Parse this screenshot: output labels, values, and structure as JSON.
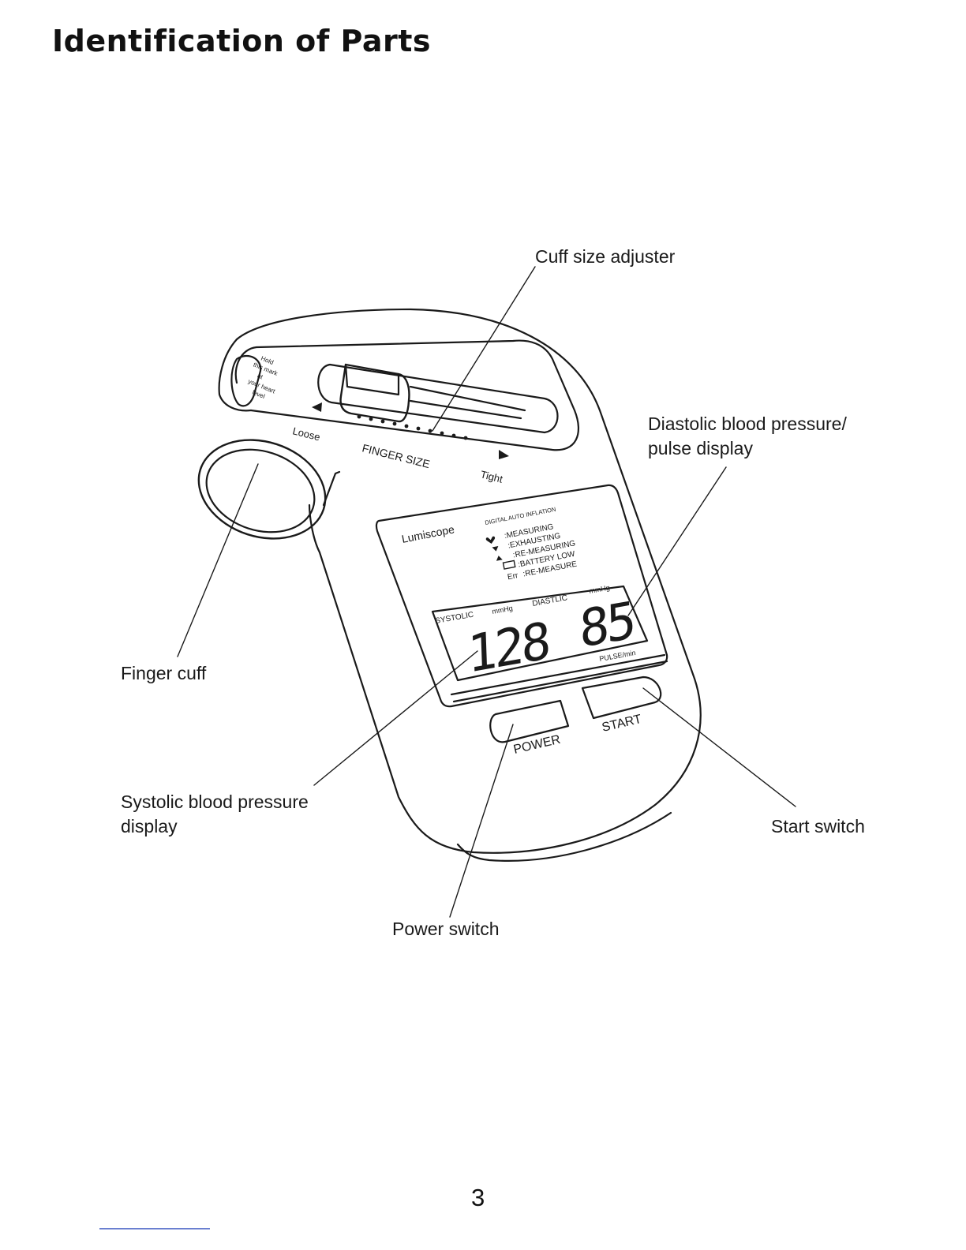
{
  "title": "Identification of Parts",
  "labels": {
    "cuff_size_adjuster": "Cuff size adjuster",
    "diastolic_line1": "Diastolic blood pressure/",
    "diastolic_line2": "pulse display",
    "finger_cuff": "Finger cuff",
    "systolic_line1": "Systolic blood pressure",
    "systolic_line2": "display",
    "start_switch": "Start switch",
    "power_switch": "Power switch"
  },
  "device": {
    "heart_mark_lines": [
      "Hold",
      "this mark",
      "at",
      "your heart",
      "level"
    ],
    "loose": "Loose",
    "finger_size": "FINGER SIZE",
    "tight": "Tight",
    "brand": "Lumiscope",
    "digital_auto_inflation": "DIGITAL AUTO INFLATION",
    "legend": [
      ":MEASURING",
      ":EXHAUSTING",
      ":RE-MEASURING",
      ":BATTERY LOW",
      ":RE-MEASURE"
    ],
    "err_prefix": "Err",
    "systolic_label": "SYSTOLIC",
    "mmhg": "mmHg",
    "diastolic_label": "DIASTLIC",
    "systolic_value": "128",
    "diastolic_value": "85",
    "pulse_label": "PULSE/min",
    "power_button": "POWER",
    "start_button": "START"
  },
  "page_number": "3"
}
